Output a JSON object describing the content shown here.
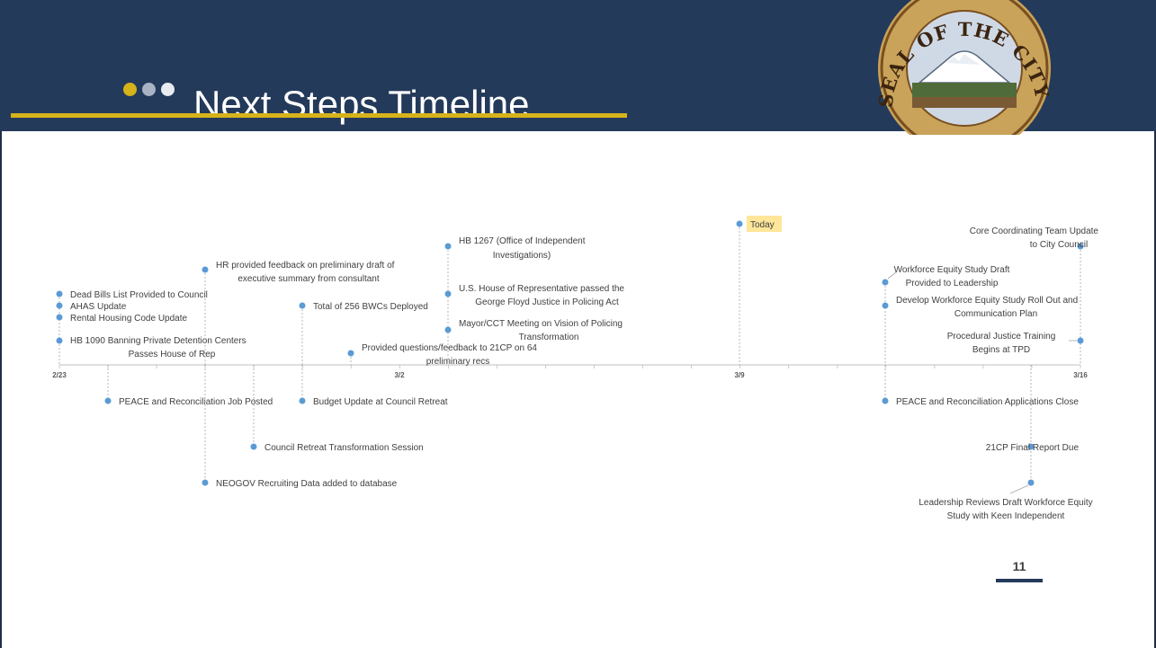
{
  "slide": {
    "title": "Next Steps Timeline",
    "page_number": "11",
    "seal_text": "SEAL OF THE CITY OF TACOMA"
  },
  "colors": {
    "header_bg": "#243a5a",
    "title_underline": "#d6b21b",
    "dot_1": "#d6b21b",
    "dot_2": "#a9b3c4",
    "dot_3": "#e8ebf0",
    "marker": "#5b9bd5",
    "axis": "#bfbfbf",
    "leader": "#a6a6a6",
    "today_highlight": "#ffe699"
  },
  "axis": {
    "start": "2/23",
    "end": "3/16",
    "tick_labels": [
      "2/23",
      "3/2",
      "3/9",
      "3/16"
    ]
  },
  "today": {
    "label": "Today",
    "date": "3/9"
  },
  "events": [
    {
      "id": "dead-bills",
      "lines": [
        "Dead Bills List Provided to Council"
      ],
      "side": "above"
    },
    {
      "id": "ahas-update",
      "lines": [
        "AHAS Update"
      ],
      "side": "above"
    },
    {
      "id": "rental-housing",
      "lines": [
        "Rental Housing Code Update"
      ],
      "side": "above"
    },
    {
      "id": "hb-1090",
      "lines": [
        "HB 1090 Banning Private Detention Centers",
        "Passes House of Rep"
      ],
      "side": "above"
    },
    {
      "id": "peace-job-posted",
      "lines": [
        "PEACE and Reconciliation Job Posted"
      ],
      "side": "below"
    },
    {
      "id": "hr-feedback",
      "lines": [
        "HR provided feedback on preliminary draft of",
        "executive summary from consultant"
      ],
      "side": "above"
    },
    {
      "id": "neogov",
      "lines": [
        "NEOGOV Recruiting Data added to database"
      ],
      "side": "below"
    },
    {
      "id": "council-retreat-session",
      "lines": [
        "Council Retreat Transformation Session"
      ],
      "side": "below"
    },
    {
      "id": "bwcs-deployed",
      "lines": [
        "Total of 256 BWCs Deployed"
      ],
      "side": "above"
    },
    {
      "id": "budget-update",
      "lines": [
        "Budget Update at Council Retreat"
      ],
      "side": "below"
    },
    {
      "id": "21cp-questions",
      "lines": [
        "Provided questions/feedback to 21CP on 64",
        "preliminary recs"
      ],
      "side": "above"
    },
    {
      "id": "hb-1267",
      "lines": [
        "HB 1267 (Office of Independent",
        "Investigations)"
      ],
      "side": "above"
    },
    {
      "id": "george-floyd-act",
      "lines": [
        "U.S. House of Representative passed the",
        "George Floyd Justice in Policing Act"
      ],
      "side": "above"
    },
    {
      "id": "mayor-cct",
      "lines": [
        "Mayor/CCT Meeting on Vision of Policing",
        "Transformation"
      ],
      "side": "above"
    },
    {
      "id": "workforce-draft",
      "lines": [
        "Workforce Equity Study Draft",
        "Provided to Leadership"
      ],
      "side": "above"
    },
    {
      "id": "workforce-rollout",
      "lines": [
        "Develop Workforce Equity Study Roll Out and",
        "Communication Plan"
      ],
      "side": "above"
    },
    {
      "id": "peace-applications-close",
      "lines": [
        "PEACE and Reconciliation Applications Close"
      ],
      "side": "below"
    },
    {
      "id": "21cp-final",
      "lines": [
        "21CP Final Report Due"
      ],
      "side": "below"
    },
    {
      "id": "leadership-reviews",
      "lines": [
        "Leadership Reviews Draft Workforce Equity",
        "Study with Keen Independent"
      ],
      "side": "below"
    },
    {
      "id": "core-team-update",
      "lines": [
        "Core Coordinating Team Update",
        "to City Council"
      ],
      "side": "above"
    },
    {
      "id": "procedural-justice",
      "lines": [
        "Procedural Justice Training",
        "Begins at TPD"
      ],
      "side": "above"
    }
  ]
}
